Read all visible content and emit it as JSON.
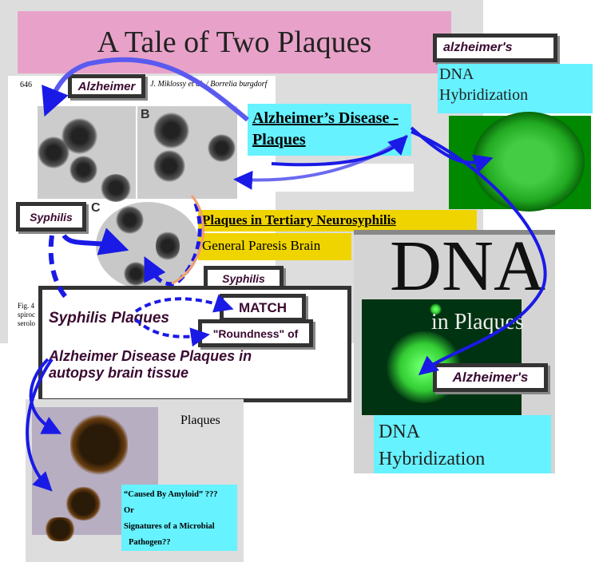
{
  "title": "A Tale of Two Plaques",
  "paper": {
    "page_number": "646",
    "header": "J. Miklossy et al. / Borrelia burgdorf",
    "panel_b": "B",
    "panel_c": "C",
    "caption_lines": [
      "Fig. 4",
      "spiroc",
      "serolo"
    ]
  },
  "labels": {
    "alzheimer": "Alzheimer",
    "alzheimers_top": "alzheimer's",
    "syphilis_left": "Syphilis",
    "syphilis_mid": "Syphilis",
    "match": "MATCH",
    "roundness": "\"Roundness\" of",
    "alzheimers_dna": "Alzheimer's"
  },
  "alz_box": {
    "line1": "Alzheimer’s Disease -",
    "line2": "Plaques"
  },
  "neuro": {
    "title": "Plaques in Tertiary Neurosyphilis",
    "subtitle": "General Paresis Brain"
  },
  "dna_top": {
    "line1": "DNA",
    "line2": "Hybridization"
  },
  "dna_panel": {
    "big": "DNA",
    "sub": "in Plaques",
    "caption1": "DNA",
    "caption2": "Hybridization"
  },
  "compare_box": {
    "line1": "Syphilis Plaques",
    "line2": "Alzheimer Disease Plaques in",
    "line3": "autopsy brain tissue"
  },
  "bottom": {
    "title": "Plaques",
    "q1": "“Caused By Amyloid” ???",
    "q2": "Or",
    "q3": "Signatures of a Microbial",
    "q4": "Pathogen??"
  },
  "colors": {
    "pink": "#e8a2c9",
    "cyan": "#66f2ff",
    "yellow": "#efd400",
    "arrow": "#1a1ae6"
  }
}
